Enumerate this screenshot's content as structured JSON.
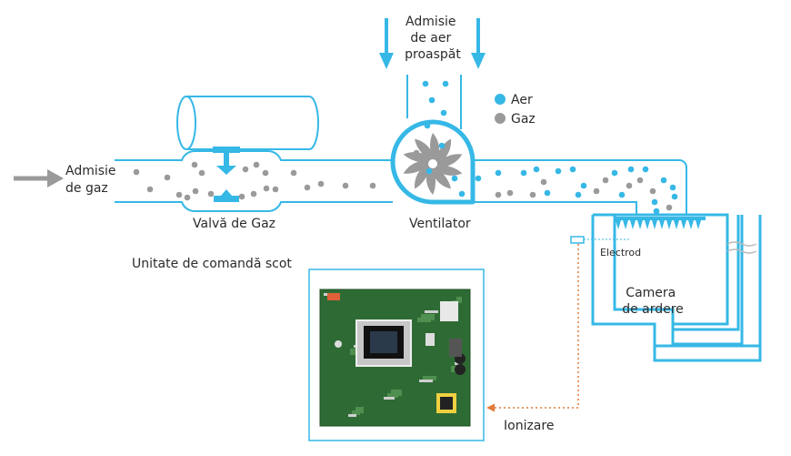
{
  "labels": {
    "gas_inlet": [
      "Admisie",
      "de gaz"
    ],
    "air_inlet": [
      "Admisie",
      "de aer",
      "proaspăt"
    ],
    "gas_valve": "Valvă de Gaz",
    "fan": "Ventilator",
    "electrode": "Electrod",
    "combustion_chamber": [
      "Camera",
      "de ardere"
    ],
    "control_unit": "Unitate de comandă scot",
    "ionization": "Ionizare"
  },
  "legend": {
    "items": [
      {
        "label": "Aer",
        "color": "#36b8e6"
      },
      {
        "label": "Gaz",
        "color": "#9a9a9a"
      }
    ]
  },
  "colors": {
    "pipe": "#36b8e6",
    "air": "#36b8e6",
    "gas": "#9a9a9a",
    "arrow_gas": "#9a9a9a",
    "ionization_line": "#e07b39",
    "pcb": "#2e6b34"
  },
  "icons": {
    "gas_inlet_arrow": "arrow-right-icon",
    "air_inlet_arrows": "arrow-down-icon",
    "fan": "fan-icon",
    "valve": "valve-icon",
    "pcb": "circuit-board-icon"
  }
}
